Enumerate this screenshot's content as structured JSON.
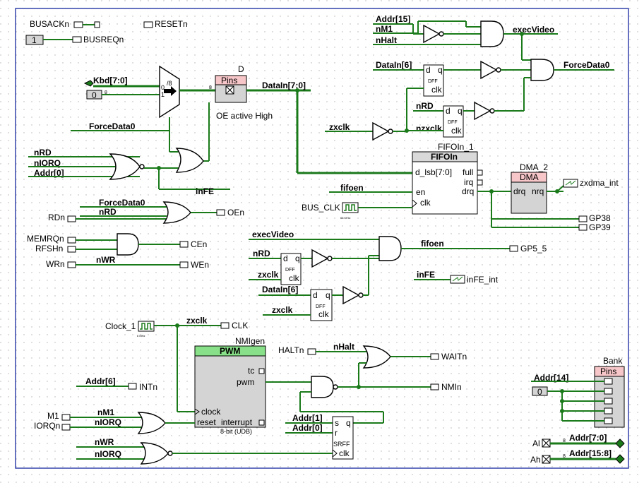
{
  "colors": {
    "wire": "#1a7a1a",
    "frame": "#3344aa",
    "header_pink": "#f7c6c9",
    "header_gray": "#d9d9d9",
    "header_green": "#88e088",
    "body_gray": "#d4d4d4"
  },
  "labels": {
    "busackn": "BUSACKn",
    "resetn": "RESETn",
    "busreqn": "BUSREQn",
    "one": "1",
    "kbd": "Kbd[7:0]",
    "zero": "0",
    "mux_div": "/8",
    "d_pin": "D",
    "pins": "Pins",
    "datain": "DataIn[7:0]",
    "oe_note": "OE active High",
    "forcedata0": "ForceData0",
    "nrd": "nRD",
    "niorq": "nIORQ",
    "addr0": "Addr[0]",
    "infe": "inFE",
    "addr15": "Addr[15]",
    "nm1": "nM1",
    "nhalt": "nHalt",
    "execvideo": "execVideo",
    "datain6": "DataIn[6]",
    "dff": "DFF",
    "clk": "clk",
    "d": "d",
    "q": "q",
    "forcedata0_out": "ForceData0",
    "nzxclk": "nzxclk",
    "zxclk": "zxclk",
    "fifoin_inst": "FIFOIn_1",
    "fifoin": "FIFOIn",
    "d_lsb": "d_lsb[7:0]",
    "full": "full",
    "irq": "irq",
    "drq": "drq",
    "en": "en",
    "fifoen": "fifoen",
    "bus_clk": "BUS_CLK",
    "freq63": "63 MHz",
    "dma_inst": "DMA_2",
    "dma": "DMA",
    "nrq": "nrq",
    "zxdma_int": "zxdma_int",
    "gp38": "GP38",
    "gp39": "GP39",
    "rdn": "RDn",
    "oen": "OEn",
    "memrqn": "MEMRQn",
    "rfshn": "RFSHn",
    "cen": "CEn",
    "wrn": "WRn",
    "nwr": "nWR",
    "wen": "WEn",
    "gp5_5": "GP5_5",
    "infe_int": "inFE_int",
    "clock1": "Clock_1",
    "freq6": "6 MHz",
    "clk_out": "CLK",
    "nmigen": "NMIgen",
    "pwm": "PWM",
    "tc": "tc",
    "pwm_pin": "pwm",
    "clock": "clock",
    "reset": "reset",
    "interrupt": "interrupt",
    "pwm_note": "8-bit (UDB)",
    "addr6": "Addr[6]",
    "intn": "INTn",
    "m1": "M1",
    "iorqn": "IORQn",
    "nm1b": "nM1",
    "haltn": "HALTn",
    "waitn": "WAITn",
    "nmin": "NMIn",
    "addr1": "Addr[1]",
    "s": "s",
    "r": "r",
    "srff": "SRFF",
    "bank": "Bank",
    "addr14": "Addr[14]",
    "al": "Al",
    "ah": "Ah",
    "addr7_0": "Addr[7:0]",
    "addr15_8": "Addr[15:8]",
    "eight": "8",
    "one_small": "1"
  }
}
